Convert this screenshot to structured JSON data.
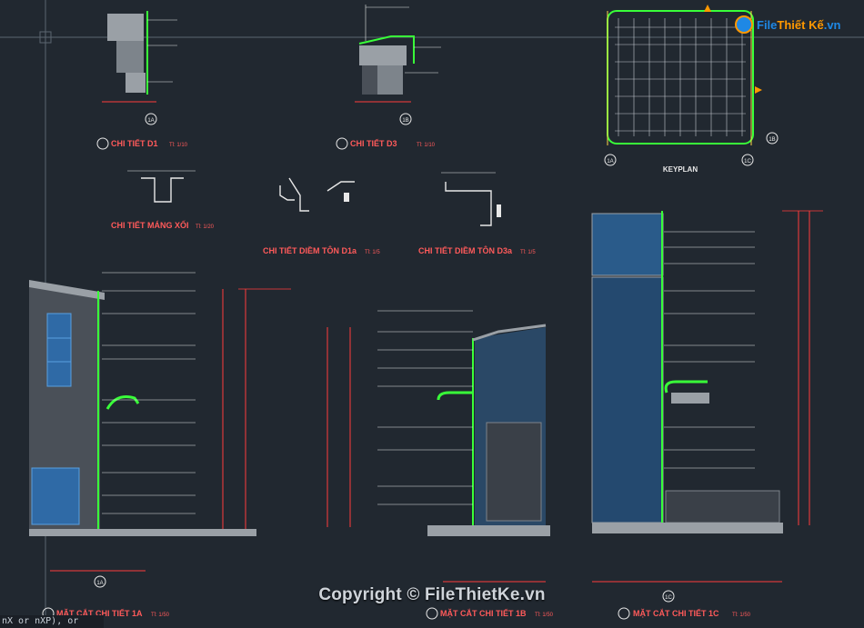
{
  "titles": {
    "d1": "CHI TIẾT D1",
    "d3": "CHI TIẾT D3",
    "mang_xoi": "CHI TIẾT MÁNG XỐI",
    "diem_ton_d1a": "CHI TIẾT DIỀM TÔN D1a",
    "diem_ton_d3a": "CHI TIẾT DIỀM TÔN D3a",
    "keyplan": "KEYPLAN",
    "mc_1a": "MẶT CẮT CHI TIẾT 1A",
    "mc_1b": "MẶT CẮT CHI TIẾT 1B",
    "mc_1c": "MẶT CẮT CHI TIẾT 1C"
  },
  "scales": {
    "d1": "Tỉ: 1/10",
    "d3": "Tỉ: 1/10",
    "mang_xoi": "Tỉ: 1/20",
    "diem_ton_d1a": "Tỉ: 1/5",
    "diem_ton_d3a": "Tỉ: 1/5",
    "mc_1a": "Tỉ: 1/50",
    "mc_1b": "Tỉ: 1/50",
    "mc_1c": "Tỉ: 1/50"
  },
  "callouts": {
    "d1_bubble": "1A",
    "d3_bubble": "1B",
    "key_1a": "1A",
    "key_1b": "1B",
    "key_1c": "1C",
    "mc1a_bubble": "1A",
    "mc1c_bubble": "1C"
  },
  "watermark": {
    "brand_main": "File",
    "brand_accent": "Thiết Kế",
    "brand_suffix": ".vn",
    "copyright": "Copyright © FileThietKe.vn"
  },
  "command_line": "nX or nXP), or",
  "colors": {
    "background": "#212830",
    "title": "#ff5a5a",
    "dimension": "#ff3b3b",
    "annotation": "#e8e8e8",
    "roof": "#39ff39",
    "facade": "#3a7fc4",
    "ground": "#9a9a9a",
    "accent": "#ffd54a"
  }
}
